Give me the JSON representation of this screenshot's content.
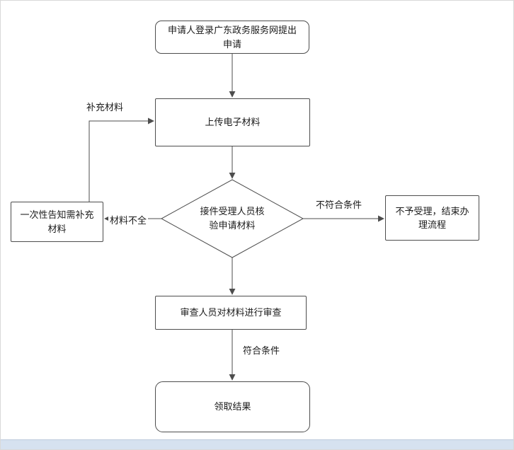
{
  "page": {
    "background": "#ffffff",
    "border_color": "#d9d9d9",
    "line_color": "#4d4d4d"
  },
  "flowchart": {
    "nodes": {
      "start": {
        "type": "rounded-rect",
        "label": "申请人登录广东政务服务网提出申请"
      },
      "upload": {
        "type": "rect",
        "label": "上传电子材料"
      },
      "verify": {
        "type": "diamond",
        "label": "接件受理人员核验申请材料"
      },
      "supplement_notice": {
        "type": "rect",
        "label": "一次性告知需补充材料"
      },
      "reject": {
        "type": "rect",
        "label": "不予受理，结束办理流程"
      },
      "review": {
        "type": "rect",
        "label": "审查人员对材料进行审查"
      },
      "result": {
        "type": "rounded-rect",
        "label": "领取结果"
      }
    },
    "edge_labels": {
      "supplement": "补充材料",
      "incomplete": "材料不全",
      "not_qualified": "不符合条件",
      "qualified": "符合条件"
    }
  }
}
